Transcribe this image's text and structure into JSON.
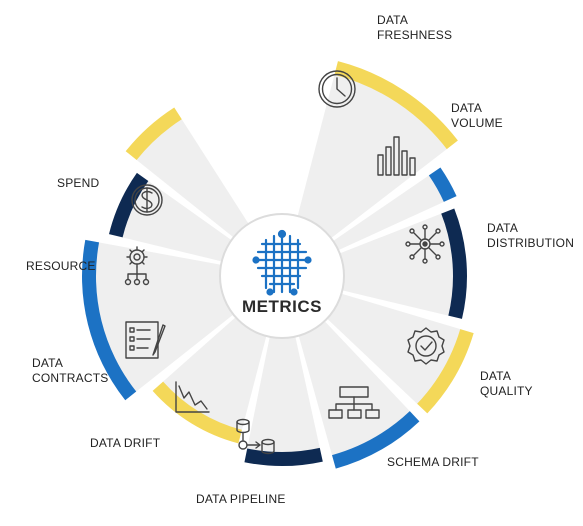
{
  "center": {
    "title": "METRICS",
    "logo_icon": "circuit-brain-icon"
  },
  "colors": {
    "yellow": "#f4d859",
    "blue": "#1c72c4",
    "navy": "#0e2a52",
    "segment_fill": "#efefef"
  },
  "segments": [
    {
      "key": "data-freshness",
      "lines": [
        "DATA",
        "FRESHNESS"
      ],
      "accent": "yellow",
      "icon": "clock-icon"
    },
    {
      "key": "data-volume",
      "lines": [
        "DATA",
        "VOLUME"
      ],
      "accent": "blue",
      "icon": "bar-chart-icon"
    },
    {
      "key": "data-distribution",
      "lines": [
        "DATA",
        "DISTRIBUTION"
      ],
      "accent": "navy",
      "icon": "network-hub-icon"
    },
    {
      "key": "data-quality",
      "lines": [
        "DATA",
        "QUALITY"
      ],
      "accent": "yellow",
      "icon": "quality-badge-icon"
    },
    {
      "key": "schema-drift",
      "lines": [
        "SCHEMA DRIFT"
      ],
      "accent": "blue",
      "icon": "hierarchy-icon"
    },
    {
      "key": "data-pipeline",
      "lines": [
        "DATA PIPELINE"
      ],
      "accent": "navy",
      "icon": "database-pipeline-icon"
    },
    {
      "key": "data-drift",
      "lines": [
        "DATA DRIFT"
      ],
      "accent": "yellow",
      "icon": "line-chart-icon"
    },
    {
      "key": "data-contracts",
      "lines": [
        "DATA",
        "CONTRACTS"
      ],
      "accent": "blue",
      "icon": "checklist-icon"
    },
    {
      "key": "resource",
      "lines": [
        "RESOURCE"
      ],
      "accent": "navy",
      "icon": "resource-gear-icon"
    },
    {
      "key": "spend",
      "lines": [
        "SPEND"
      ],
      "accent": "yellow",
      "icon": "dollar-coin-icon"
    }
  ]
}
